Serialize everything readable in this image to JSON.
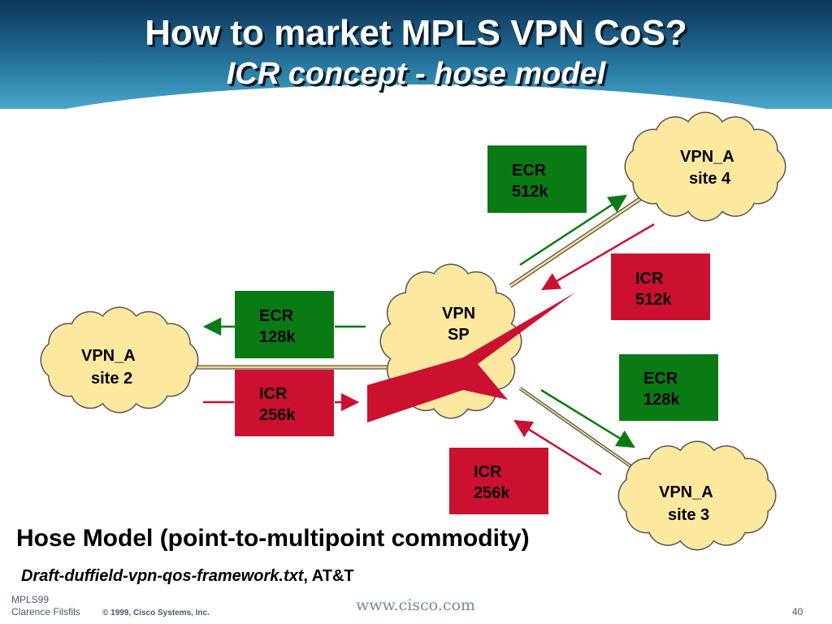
{
  "slide": {
    "title": "How to market MPLS VPN CoS?",
    "subtitle": "ICR concept - hose model"
  },
  "clouds": {
    "site4": {
      "line1": "VPN_A",
      "line2": "site 4"
    },
    "site2": {
      "line1": "VPN_A",
      "line2": "site 2"
    },
    "site3": {
      "line1": "VPN_A",
      "line2": "site 3"
    },
    "core": {
      "line1": "VPN",
      "line2": "SP"
    }
  },
  "rate_boxes": {
    "ecr_site4": {
      "line1": "ECR",
      "line2": "512k",
      "color": "#0a7a14"
    },
    "icr_site4": {
      "line1": "ICR",
      "line2": "512k",
      "color": "#cc1030"
    },
    "ecr_site2": {
      "line1": "ECR",
      "line2": "128k",
      "color": "#0a7a14"
    },
    "icr_site2": {
      "line1": "ICR",
      "line2": "256k",
      "color": "#cc1030"
    },
    "ecr_site3": {
      "line1": "ECR",
      "line2": "128k",
      "color": "#0a7a14"
    },
    "icr_site3": {
      "line1": "ICR",
      "line2": "256k",
      "color": "#cc1030"
    }
  },
  "caption": {
    "heading": "Hose Model (point-to-multipoint commodity)",
    "reference_file": "Draft-duffield-vpn-qos-framework.txt",
    "reference_org": ", AT&T"
  },
  "footer": {
    "event": "MPLS99",
    "author": "Clarence Filsfils",
    "copyright": "© 1999, Cisco Systems, Inc.",
    "url": "www.cisco.com",
    "page": "40"
  },
  "colors": {
    "cloud_fill": "#fde8a0",
    "ecr_green": "#0a7a14",
    "icr_red": "#cc1030",
    "link_line": "#e8c870"
  }
}
